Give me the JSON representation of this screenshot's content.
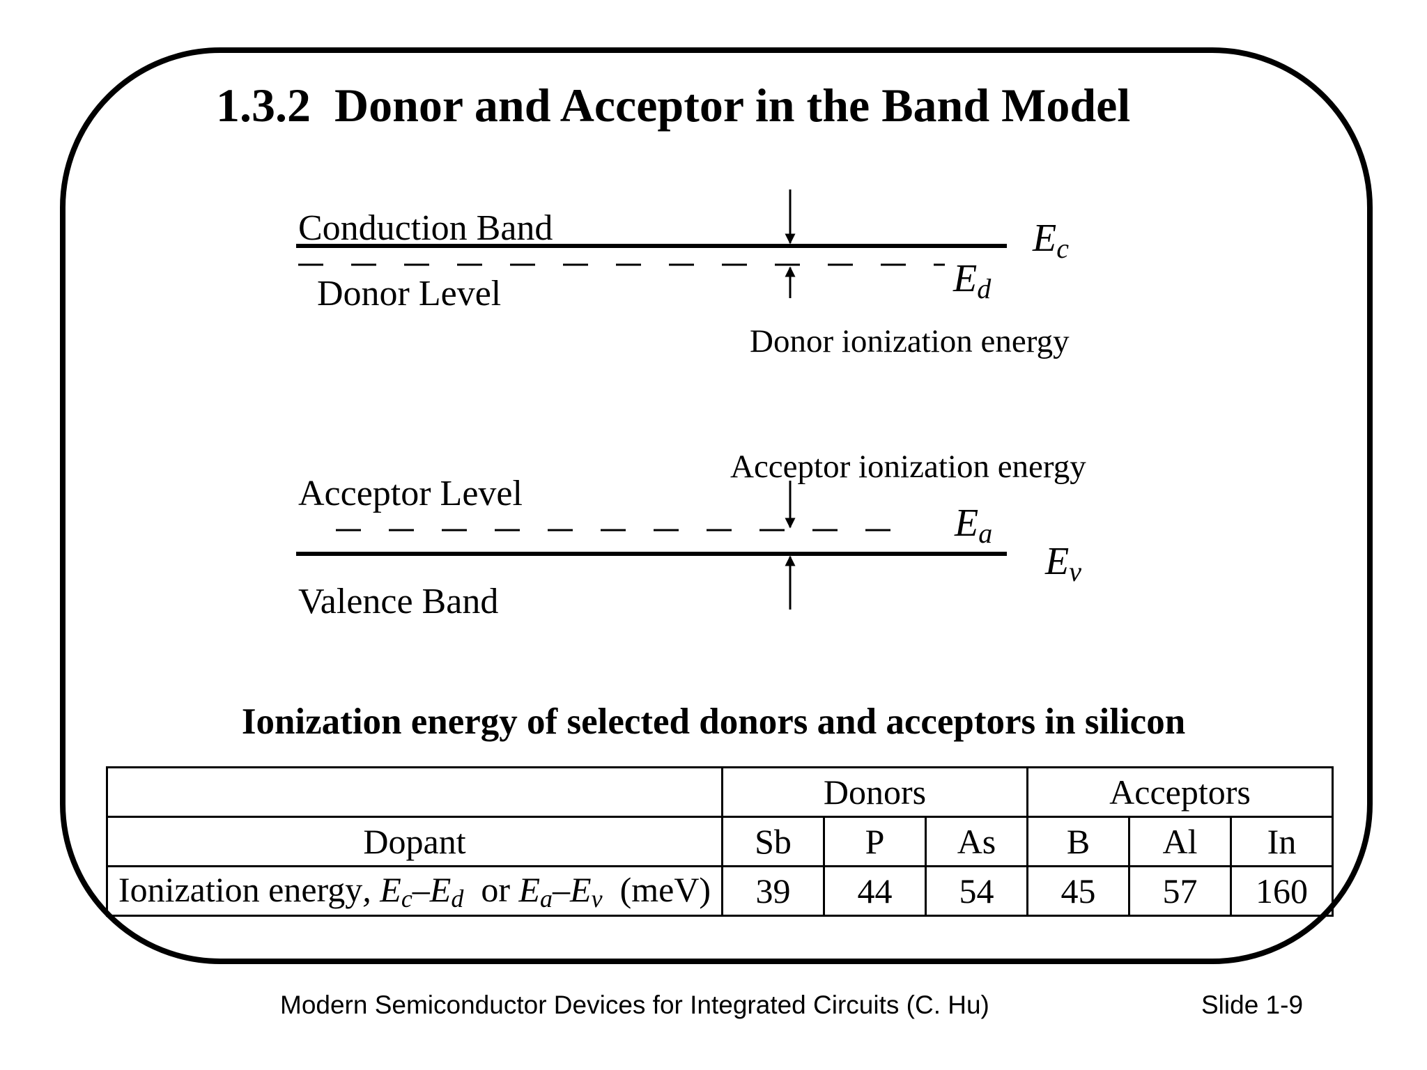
{
  "title": "1.3.2  Donor and Acceptor in the Band Model",
  "diagram": {
    "conduction_band": "Conduction Band",
    "donor_level": "Donor Level",
    "ec_symbol": "E",
    "ec_sub": "c",
    "ed_symbol": "E",
    "ed_sub": "d",
    "donor_ionization": "Donor ionization energy",
    "acceptor_ionization": "Acceptor ionization energy",
    "acceptor_level": "Acceptor Level",
    "ea_symbol": "E",
    "ea_sub": "a",
    "ev_symbol": "E",
    "ev_sub": "v",
    "valence_band": "Valence Band"
  },
  "table": {
    "caption": "Ionization energy of selected donors and acceptors in silicon",
    "group_headers": [
      "Donors",
      "Acceptors"
    ],
    "dopant_label": "Dopant",
    "dopants": [
      "Sb",
      "P",
      "As",
      "B",
      "Al",
      "In"
    ],
    "energy_label": {
      "prefix": "Ionization energy",
      "comma": ",",
      "e": "E",
      "sub_c": "c",
      "dash": "–",
      "sub_d": "d",
      "or": "or",
      "sub_a": "a",
      "sub_v": "v",
      "unit": "(meV)"
    },
    "values": [
      "39",
      "44",
      "54",
      "45",
      "57",
      "160"
    ]
  },
  "footer": {
    "source": "Modern Semiconductor Devices for Integrated Circuits (C. Hu)",
    "slide": "Slide 1-9"
  }
}
